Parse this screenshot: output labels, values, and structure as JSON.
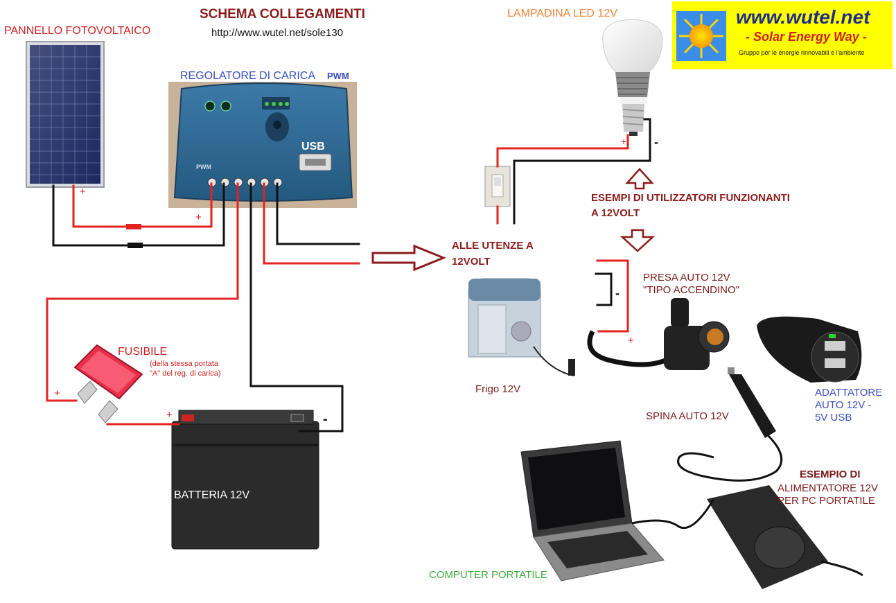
{
  "title": "SCHEMA COLLEGAMENTI",
  "url": "http://www.wutel.net/sole130",
  "logo": {
    "site": "www.wutel.net",
    "slogan": "- Solar Energy Way -",
    "tagline": "Gruppo per le energie rinnovabili e l'ambiente"
  },
  "labels": {
    "panel": "PANNELLO FOTOVOLTAICO",
    "regulator": "REGOLATORE DI CARICA",
    "pwm": "PWM",
    "usb": "USB",
    "fuse": "FUSIBILE",
    "fuse_note_1": "(della stessa portata",
    "fuse_note_2": "\"A\" del reg. di carica)",
    "battery": "BATTERIA 12V",
    "led": "LAMPADINA LED 12V",
    "examples_1": "ESEMPI DI UTILIZZATORI FUNZIONANTI",
    "examples_2": "A 12VOLT",
    "loads_1": "ALLE UTENZE A",
    "loads_2": "12VOLT",
    "socket_1": "PRESA AUTO 12V",
    "socket_2": "\"TIPO ACCENDINO\"",
    "fridge": "Frigo 12V",
    "plug": "SPINA AUTO 12V",
    "adapter_1": "ADATTATORE",
    "adapter_2": "AUTO 12V -",
    "adapter_3": "5V USB",
    "psu_1": "ESEMPIO DI",
    "psu_2": "ALIMENTATORE 12V",
    "psu_3": "PER PC PORTATILE",
    "laptop": "COMPUTER PORTATILE"
  },
  "signs": {
    "plus": "+",
    "minus": "-"
  }
}
